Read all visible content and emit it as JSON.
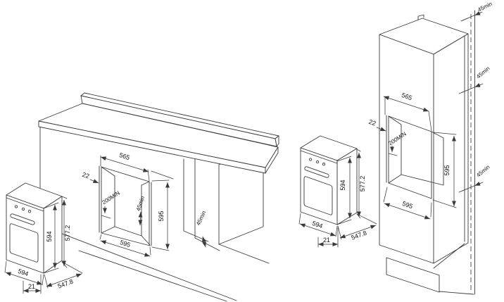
{
  "colors": {
    "line": "#3a3a3a",
    "text": "#111111",
    "background": "#ffffff"
  },
  "dims": {
    "left": {
      "oven_height": "594",
      "oven_body_height": "577.2",
      "oven_width": "594",
      "oven_depth": "547.8",
      "door_offset": "21",
      "niche_top_width": "565",
      "panel_thickness": "22",
      "vent_clearance": "200MIN",
      "cavity_rear_clearance": "45min",
      "niche_height": "595",
      "niche_width": "595",
      "rear_clearance": "45min"
    },
    "right": {
      "top_clearance": "45min",
      "upper_rear_clearance": "45min",
      "niche_top_width": "565",
      "panel_thickness": "22",
      "vent_clearance": "200MIN",
      "niche_height": "595",
      "niche_width": "595",
      "lower_rear_clearance": "45min",
      "oven_height": "594",
      "oven_body_height": "577.2",
      "oven_width": "594",
      "oven_depth": "547.8",
      "door_offset": "21"
    }
  }
}
